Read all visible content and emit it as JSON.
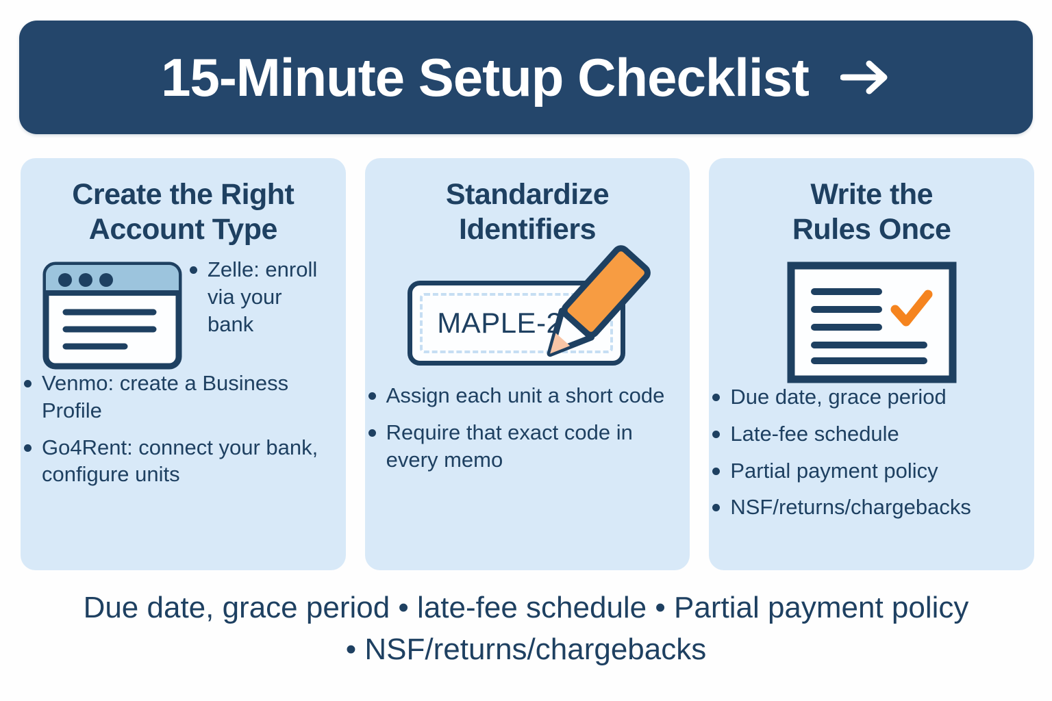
{
  "header": {
    "title": "15-Minute Setup Checklist",
    "arrow_icon": "arrow-right-icon",
    "background_color": "#24466B",
    "text_color": "#FFFFFF"
  },
  "theme": {
    "card_background": "#D8E9F8",
    "navy": "#1E4061",
    "orange": "#F5922E",
    "page_background": "#FEFEFE"
  },
  "cards": [
    {
      "id": "create-account-type",
      "title": "Create the Right\nAccount Type",
      "title_line1": "Create the Right",
      "title_line2": "Account Type",
      "icon": "browser-window-icon",
      "side_bullets": [
        "Zelle: enroll via your bank"
      ],
      "bullets": [
        "Venmo: create a Business Profile",
        "Go4Rent: connect your bank, configure units"
      ]
    },
    {
      "id": "standardize-identifiers",
      "title": "Standardize\nIdentifiers",
      "title_line1": "Standardize",
      "title_line2": "Identifiers",
      "icon": "pencil-writing-icon",
      "code_value": "MAPLE-204",
      "bullets": [
        "Assign each unit a short code",
        "Require that exact code in every memo"
      ]
    },
    {
      "id": "write-rules-once",
      "title": "Write the\nRules Once",
      "title_line1": "Write the",
      "title_line2": "Rules Once",
      "icon": "document-check-icon",
      "bullets": [
        "Due date, grace period",
        "Late-fee schedule",
        "Partial payment policy",
        "NSF/returns/chargebacks"
      ]
    }
  ],
  "footer": {
    "text": "Due date, grace period • late-fee schedule • Partial payment policy • NSF/returns/chargebacks"
  }
}
